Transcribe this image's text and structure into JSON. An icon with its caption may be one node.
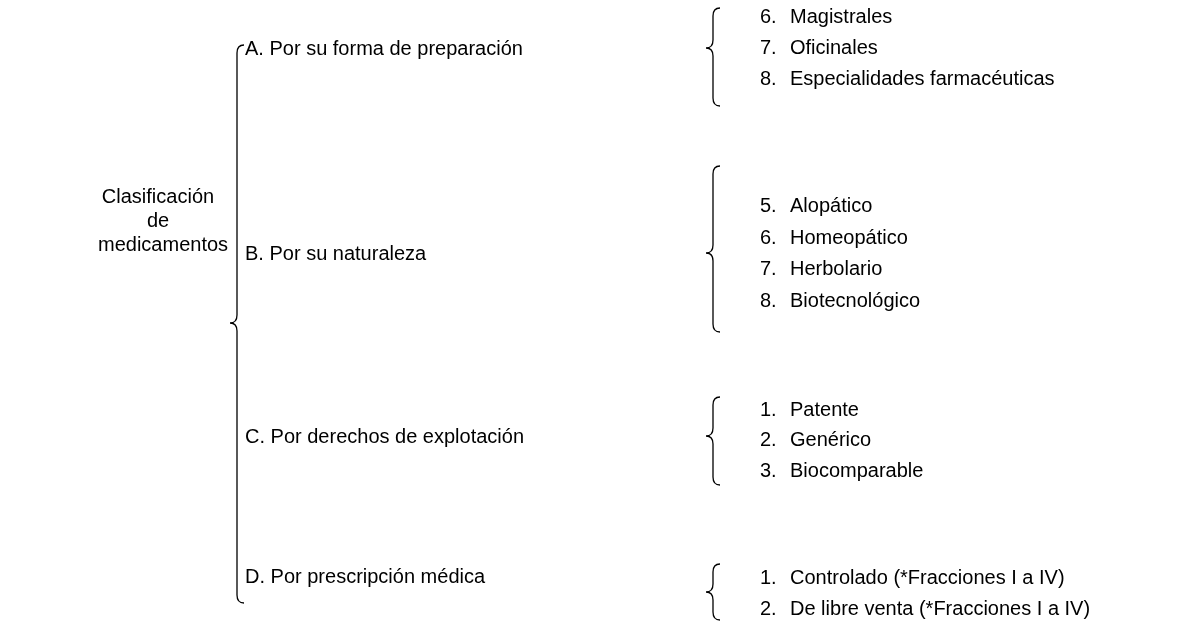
{
  "diagram": {
    "labels": [
      "Clasificación de medicamentos",
      "A. Por su forma de preparación",
      "6.",
      "Magistrales",
      "7.",
      "Oficinales",
      "8.",
      "Especialidades farmacéuticas",
      "B. Por su naturaleza",
      "5.",
      "Alopático",
      "6.",
      "Homeopático",
      "7.",
      "Herbolario",
      "8.",
      "Biotecnológico",
      "C. Por derechos de explotación",
      "1.",
      "Patente",
      "2.",
      "Genérico",
      "3.",
      "Biocomparable",
      "D. Por prescripción médica",
      "1.",
      "Controlado (*Fracciones I a IV)",
      "2.",
      "De libre venta (*Fracciones I a IV)"
    ]
  }
}
